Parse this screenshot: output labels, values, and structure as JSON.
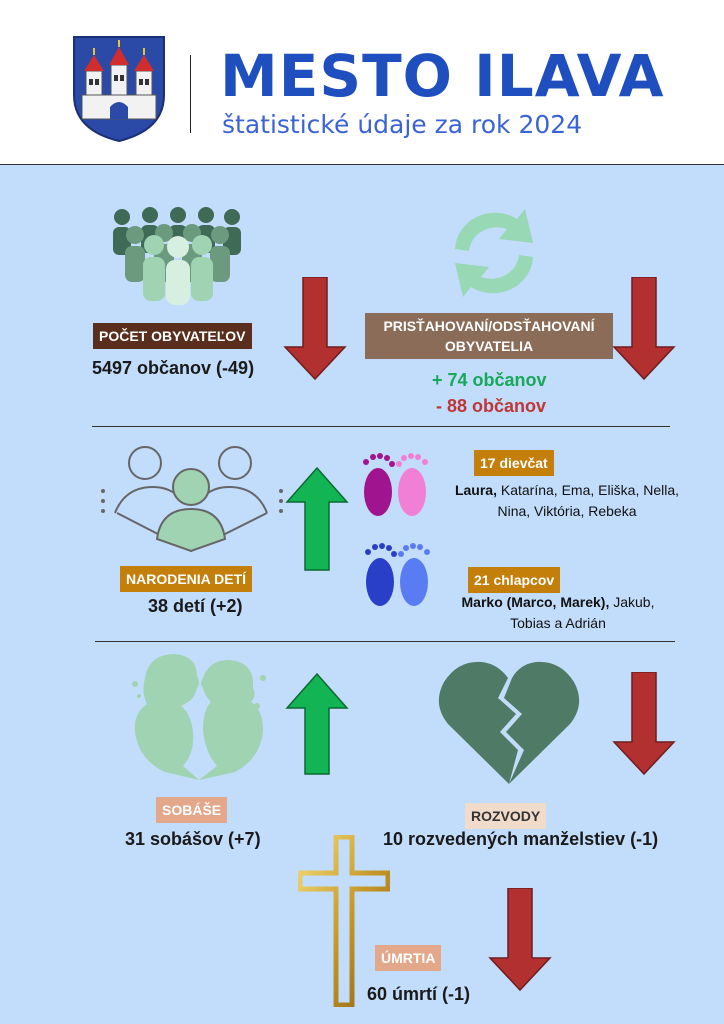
{
  "header": {
    "title": "MESTO ILAVA",
    "subtitle": "štatistické údaje za rok 2024",
    "logo_icon": "ilava-coat-of-arms-icon"
  },
  "colors": {
    "title_blue": "#1f4fbf",
    "background": "#c2dcfb",
    "arrow_red": "#b2302f",
    "arrow_green": "#12b453",
    "label_dark_brown": "#5a2e1d",
    "label_brown": "#8a6c58",
    "label_gold": "#c47f0b",
    "label_peach": "#e3a88a",
    "label_pale": "#f1dccb",
    "plus_green": "#17a85a",
    "minus_red": "#c03636"
  },
  "population": {
    "label": "POČET OBYVATEĽOV",
    "value": "5497 občanov (-49)",
    "trend": "down"
  },
  "migration": {
    "label_line1": "PRISŤAHOVANÍ/ODSŤAHOVANÍ",
    "label_line2": "OBYVATELIA",
    "in": "+ 74 občanov",
    "out": "- 88 občanov",
    "trend": "down"
  },
  "births": {
    "label": "NARODENIA DETÍ",
    "value": "38 detí (+2)",
    "trend": "up",
    "girls": {
      "label": "17 dievčat",
      "top_name": "Laura,",
      "names_line1": "Katarína, Ema, Eliška, Nella,",
      "names_line2": "Nina, Viktória, Rebeka"
    },
    "boys": {
      "label": "21 chlapcov",
      "top_name": "Marko (Marco, Marek),",
      "names_line1": "Jakub,",
      "names_line2": "Tobias a Adrián"
    }
  },
  "marriages": {
    "label": "SOBÁŠE",
    "value": "31 sobášov (+7)",
    "trend": "up"
  },
  "divorces": {
    "label": "ROZVODY",
    "value": "10 rozvedených manželstiev (-1)",
    "trend": "down"
  },
  "deaths": {
    "label": "ÚMRTIA",
    "value": "60 úmrtí (-1)",
    "trend": "down"
  }
}
